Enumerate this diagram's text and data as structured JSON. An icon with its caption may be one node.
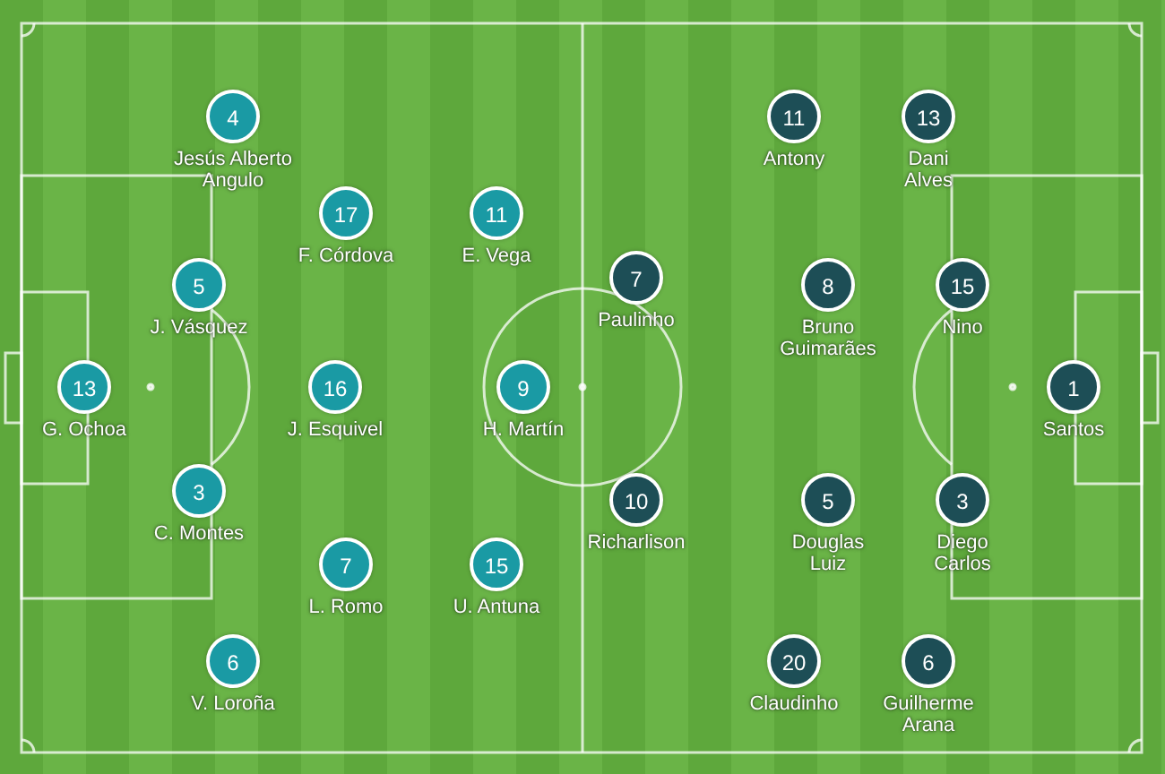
{
  "diagram": {
    "nodes": [
      {
        "text": [
          "4"
        ],
        "beside": [
          "Jesús Alberto Angulo"
        ]
      },
      {
        "text": [
          "17"
        ],
        "beside": [
          "F. Córdova"
        ]
      },
      {
        "text": [
          "11"
        ],
        "beside": [
          "E. Vega"
        ]
      },
      {
        "text": [
          "5"
        ],
        "beside": [
          "J. Vásquez"
        ]
      },
      {
        "text": [
          "13"
        ],
        "beside": [
          "G. Ochoa"
        ]
      },
      {
        "text": [
          "16"
        ],
        "beside": [
          "J. Esquivel"
        ]
      },
      {
        "text": [
          "9"
        ],
        "beside": [
          "H. Martín"
        ]
      },
      {
        "text": [
          "3"
        ],
        "beside": [
          "C. Montes"
        ]
      },
      {
        "text": [
          "7"
        ],
        "beside": [
          "L. Romo"
        ]
      },
      {
        "text": [
          "15"
        ],
        "beside": [
          "U. Antuna"
        ]
      },
      {
        "text": [
          "6"
        ],
        "beside": [
          "V. Loroña"
        ]
      },
      {
        "text": [
          "11"
        ],
        "beside": [
          "Antony"
        ]
      },
      {
        "text": [
          "13"
        ],
        "beside": [
          "Dani Alves"
        ]
      },
      {
        "text": [
          "7"
        ],
        "beside": [
          "Paulinho"
        ]
      },
      {
        "text": [
          "8"
        ],
        "beside": [
          "Bruno Guimarães"
        ]
      },
      {
        "text": [
          "15"
        ],
        "beside": [
          "Nino"
        ]
      },
      {
        "text": [
          "1"
        ],
        "beside": [
          "Santos"
        ]
      },
      {
        "text": [
          "10"
        ],
        "beside": [
          "Richarlison"
        ]
      },
      {
        "text": [
          "5"
        ],
        "beside": [
          "Douglas Luiz"
        ]
      },
      {
        "text": [
          "3"
        ],
        "beside": [
          "Diego Carlos"
        ]
      },
      {
        "text": [
          "20"
        ],
        "beside": [
          "Claudinho"
        ]
      },
      {
        "text": [
          "6"
        ],
        "beside": [
          "Guilherme Arana"
        ]
      }
    ]
  }
}
